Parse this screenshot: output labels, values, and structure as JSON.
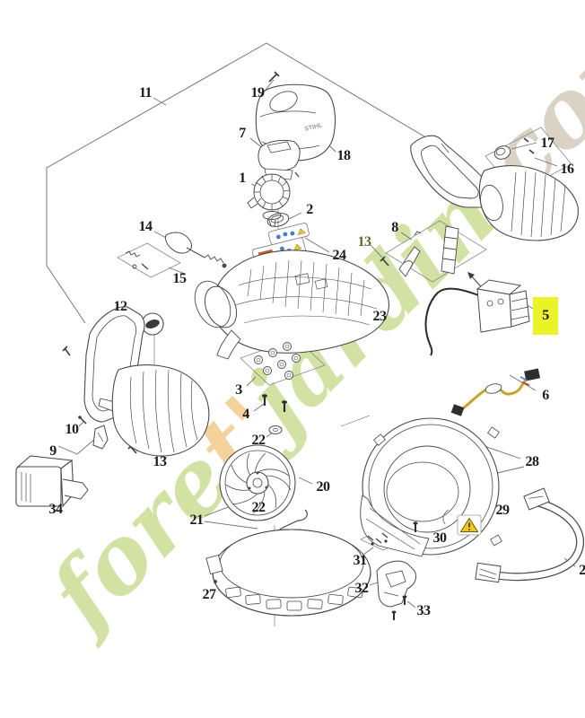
{
  "diagram": {
    "brand": "STIHL",
    "watermark": {
      "part1": "fore",
      "part2": "t'",
      "part3": "jardin",
      "part4": ".com",
      "color_green": "#cfe19e",
      "color_orange": "#f4d096",
      "color_tan": "#d8d0c2"
    },
    "highlight": {
      "part": "5",
      "color": "#e9f325"
    },
    "warning_icon": "warning-triangle",
    "sticker_colors": {
      "blue": "#3f7fc9",
      "orange": "#bf5f26",
      "wire_yellow": "#e0bd45"
    }
  },
  "labels": {
    "1": "1",
    "2": "2",
    "3": "3",
    "4": "4",
    "5": "5",
    "6": "6",
    "7": "7",
    "8": "8",
    "9": "9",
    "10": "10",
    "11": "11",
    "12": "12",
    "13": "13",
    "14": "14",
    "15": "15",
    "16": "16",
    "17": "17",
    "18": "18",
    "19": "19",
    "20": "20",
    "21": "21",
    "22": "22",
    "23": "23",
    "24": "24",
    "27": "27",
    "28": "28",
    "29": "29",
    "30": "30",
    "31": "31",
    "32": "32",
    "33": "33",
    "34": "34"
  }
}
